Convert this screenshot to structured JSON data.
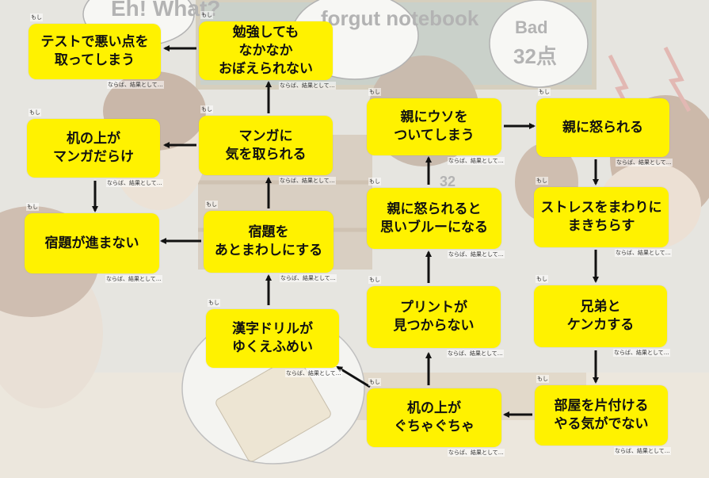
{
  "nodes": [
    {
      "id": "test",
      "text": "テストで悪い点を\n取ってしまう"
    },
    {
      "id": "study",
      "text": "勉強しても\nなかなか\nおぼえられない"
    },
    {
      "id": "desk-manga",
      "text": "机の上が\nマンガだらけ"
    },
    {
      "id": "manga",
      "text": "マンガに\n気を取られる"
    },
    {
      "id": "homework-stuck",
      "text": "宿題が進まない"
    },
    {
      "id": "postpone",
      "text": "宿題を\nあとまわしにする"
    },
    {
      "id": "kanji",
      "text": "漢字ドリルが\nゆくえふめい"
    },
    {
      "id": "lie",
      "text": "親にウソを\nついてしまう"
    },
    {
      "id": "scolded",
      "text": "親に怒られる"
    },
    {
      "id": "blue",
      "text": "親に怒られると\n思いブルーになる"
    },
    {
      "id": "stress",
      "text": "ストレスをまわりに\nまきちらす"
    },
    {
      "id": "print",
      "text": "プリントが\n見つからない"
    },
    {
      "id": "siblings",
      "text": "兄弟と\nケンカする"
    },
    {
      "id": "messy",
      "text": "机の上が\nぐちゃぐちゃ"
    },
    {
      "id": "room",
      "text": "部屋を片付ける\nやる気がでない"
    }
  ],
  "labels": {
    "if": "もし",
    "then": "ならば、結果として…"
  },
  "background_text": {
    "bubble_left": "Eh!\nWhat?",
    "bubble_center": "forgut\nnotebook",
    "bubble_right_top": "Bad",
    "bubble_right_score": "32点",
    "board_number": "32"
  },
  "colors": {
    "box": "#fff200",
    "arrow": "#111111",
    "background": "#d9d9d6"
  }
}
